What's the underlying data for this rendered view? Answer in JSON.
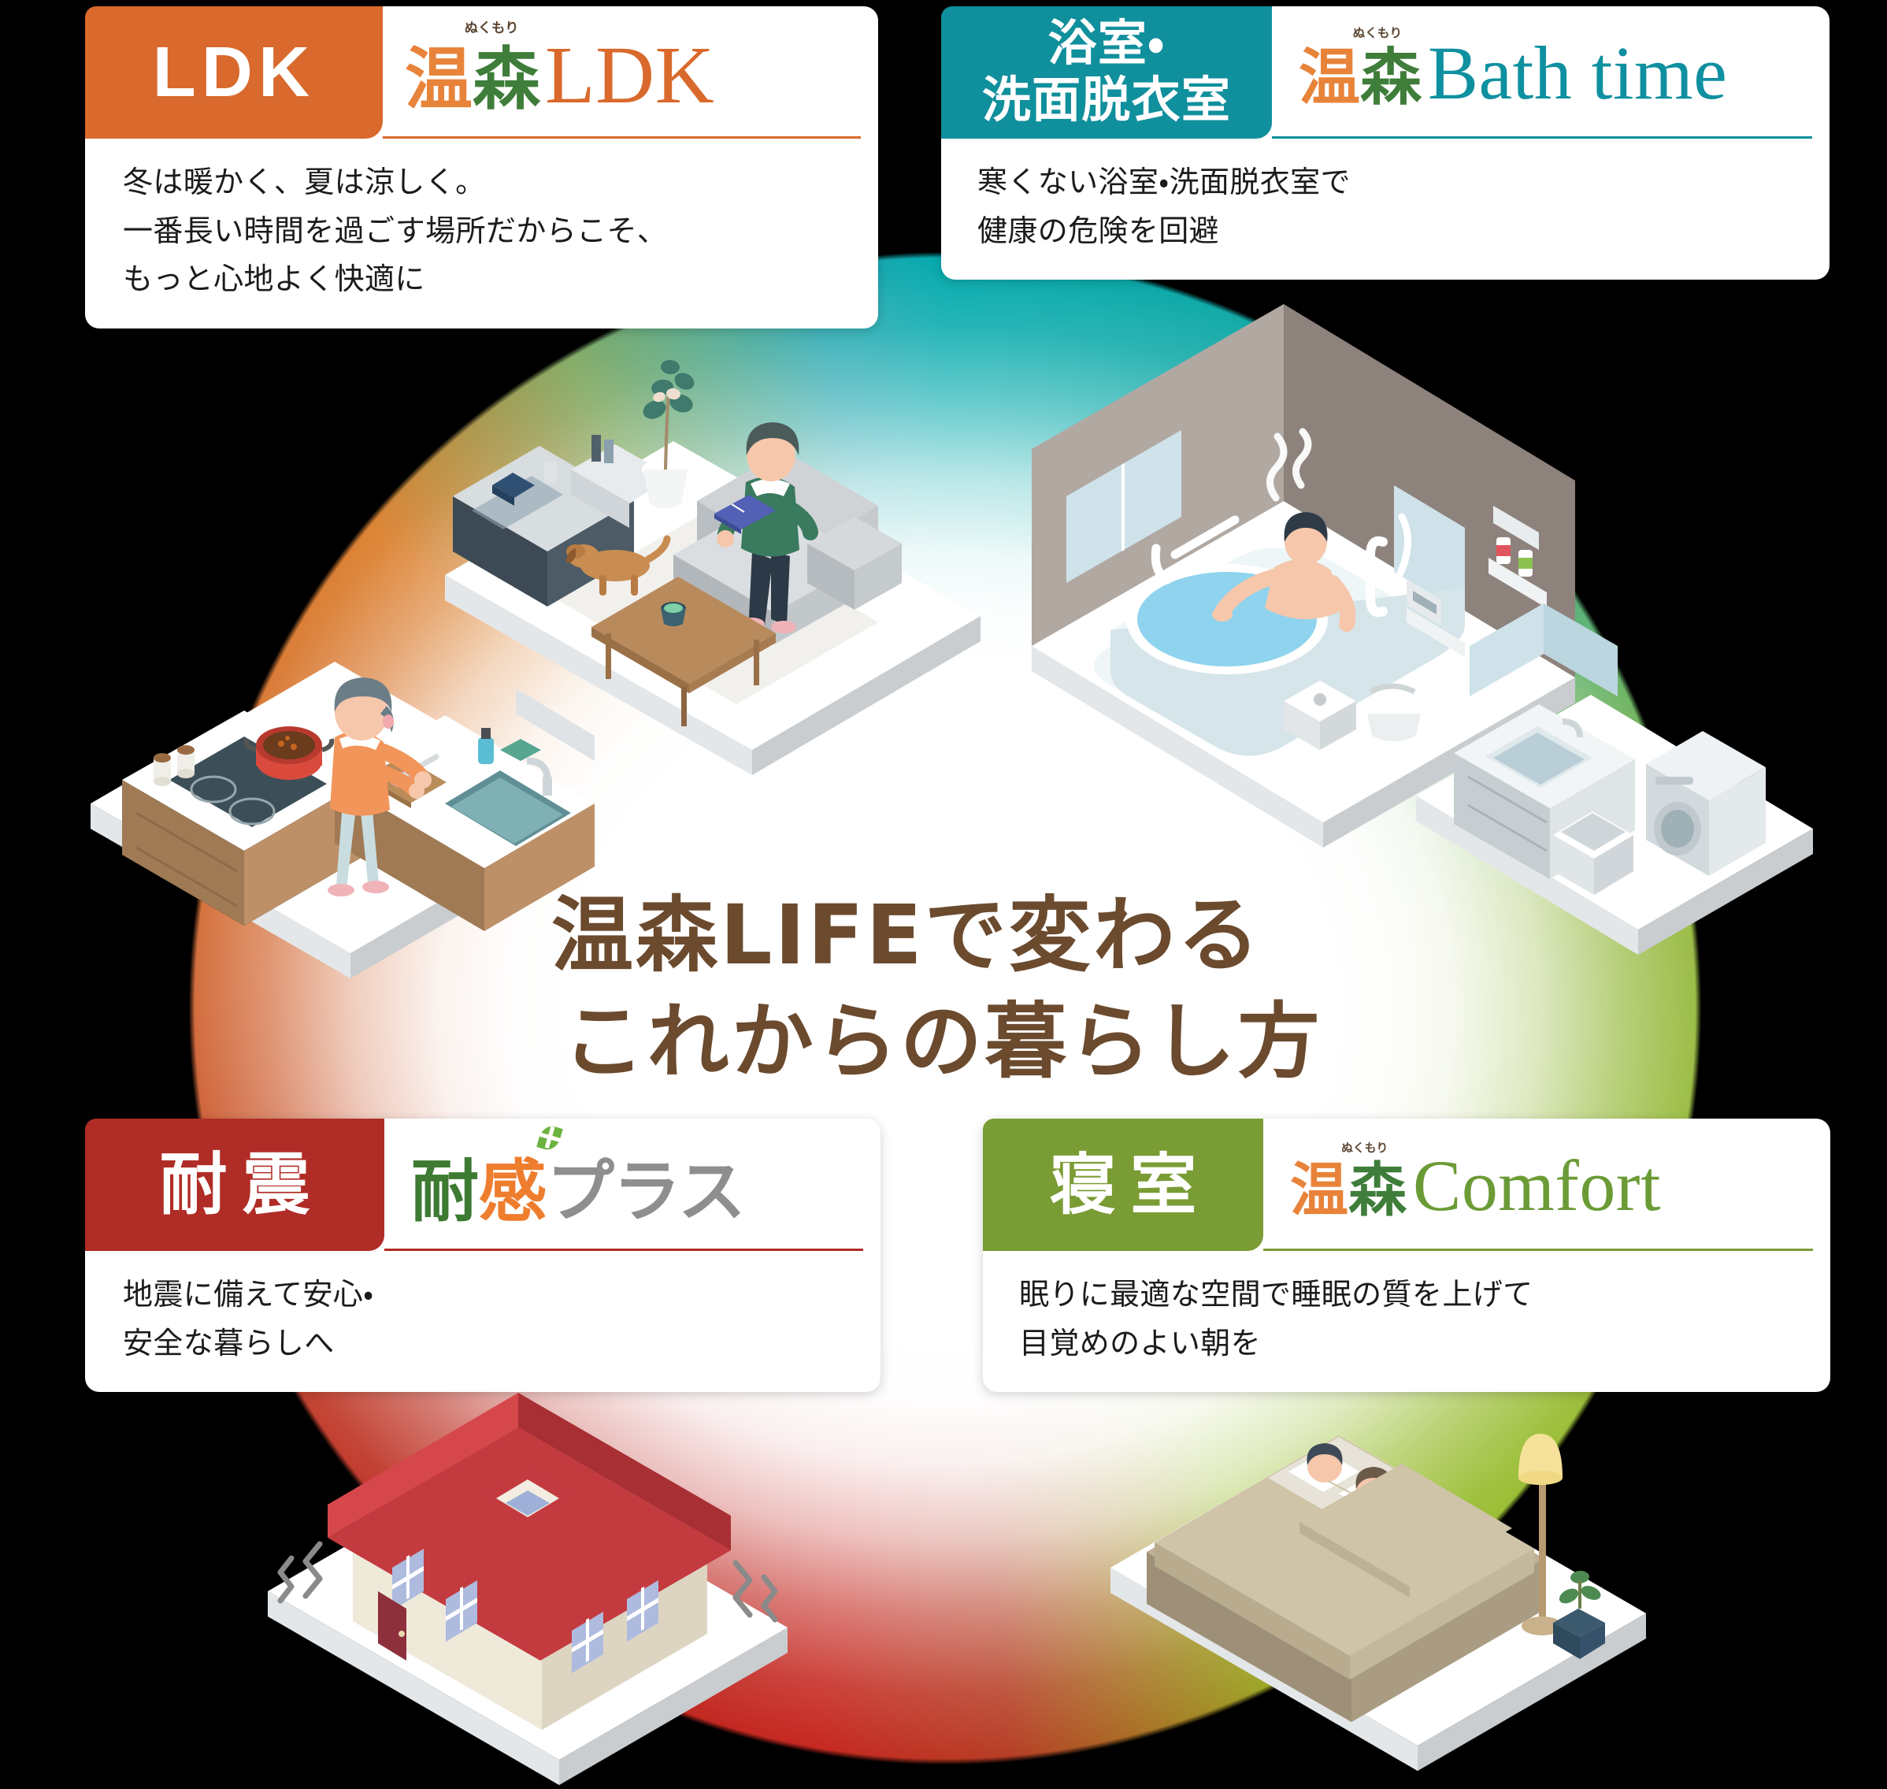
{
  "center": {
    "title_line1": "温森LIFEで変わる",
    "title_line2": "これからの暮らし方",
    "title_color": "#6b4a2e"
  },
  "cards": {
    "ldk": {
      "badge": "LDK",
      "badge_color": "#d9692c",
      "logo_kanji_1": "温",
      "logo_kanji_2": "森",
      "logo_ruby": "ぬくもり",
      "logo_latin": "LDK",
      "logo_latin_color": "#d9692c",
      "desc_line1": "冬は暖かく、夏は涼しく。",
      "desc_line2": "一番長い時間を過ごす場所だからこそ、",
      "desc_line3": "もっと心地よく快適に"
    },
    "bath": {
      "badge_line1": "浴室・",
      "badge_line2": "洗面脱衣室",
      "badge_color": "#108f9c",
      "logo_kanji_1": "温",
      "logo_kanji_2": "森",
      "logo_ruby": "ぬくもり",
      "logo_latin": "Bath time",
      "logo_latin_color": "#0f90a0",
      "desc_line1": "寒くない浴室・洗面脱衣室で",
      "desc_line2": "健康の危険を回避"
    },
    "quake": {
      "badge": "耐震",
      "badge_color": "#b02c26",
      "logo_part1": "耐",
      "logo_part2": "感",
      "logo_part3": "プラス",
      "logo_part1_color": "#3d7a32",
      "logo_part2_color": "#ef7d2e",
      "logo_part3_color": "#8e8e8e",
      "desc_line1": "地震に備えて安心・",
      "desc_line2": "安全な暮らしへ"
    },
    "bedroom": {
      "badge": "寝室",
      "badge_color": "#7a9c34",
      "logo_kanji_1": "温",
      "logo_kanji_2": "森",
      "logo_ruby": "ぬくもり",
      "logo_latin": "Comfort",
      "logo_latin_color": "#6b9b36",
      "desc_line1": "眠りに最適な空間で睡眠の質を上げて",
      "desc_line2": "目覚めのよい朝を"
    }
  },
  "ring": {
    "top_color": "#00a9ac",
    "right_color": "#8fb622",
    "bottom_color": "#c5241c",
    "left_color": "#d2631a"
  },
  "illustrations": {
    "kitchen": "isometric-kitchen-woman-cooking",
    "living": "isometric-living-room-man-reading-dog",
    "bath": "isometric-bathroom-man-in-bathtub",
    "wash": "isometric-washroom-vanity-washing-machine",
    "house": "isometric-house-earthquake-shaking",
    "bedroom": "isometric-bedroom-couple-sleeping"
  }
}
